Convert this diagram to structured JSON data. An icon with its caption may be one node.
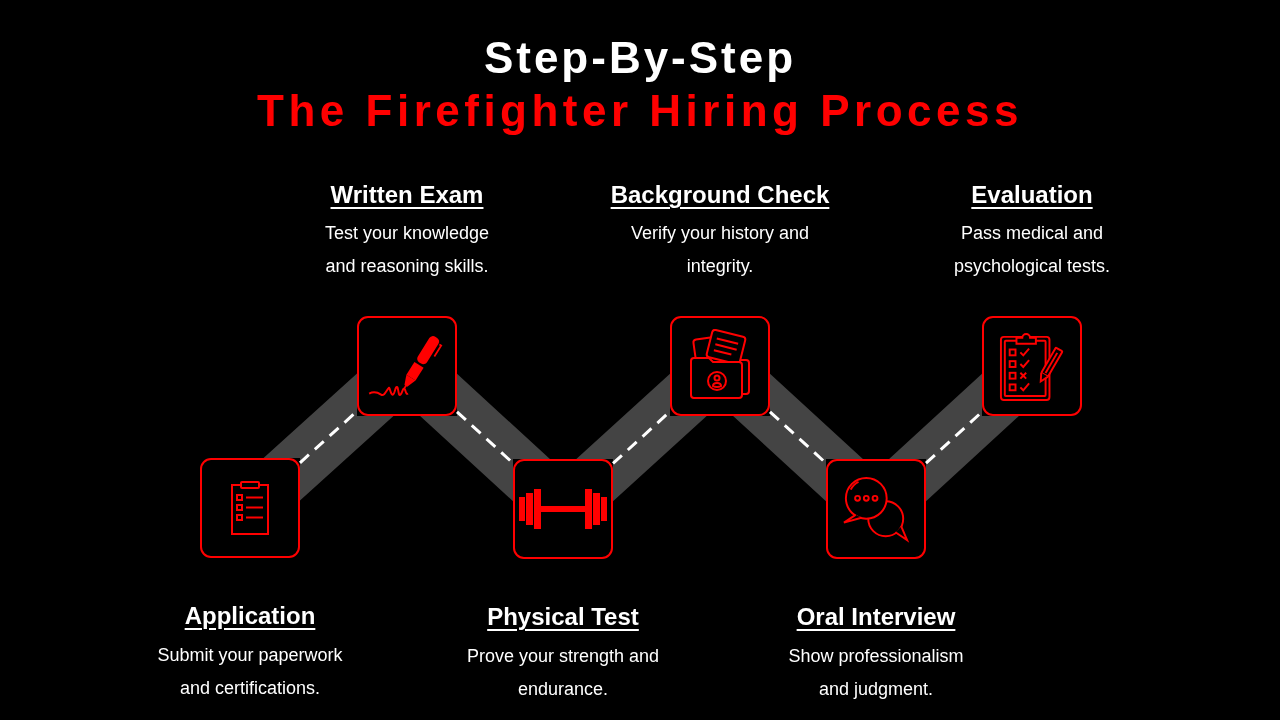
{
  "diagram": {
    "title": "Step-By-Step",
    "nodes": [
      {
        "text": [
          "Application",
          "Submit your paperwork and certifications."
        ]
      },
      {
        "text": [
          "Written Exam",
          "Test your knowledge and reasoning skills."
        ]
      },
      {
        "text": [
          "Physical Test",
          "Prove your strength and endurance."
        ]
      },
      {
        "text": [
          "Background Check",
          "Verify your history and integrity."
        ]
      },
      {
        "text": [
          "Oral Interview",
          "Show professionalism and judgment."
        ]
      },
      {
        "text": [
          "Evaluation",
          "Pass medical and psychological tests."
        ]
      }
    ],
    "edges": [
      {
        "from": 0,
        "to": 1,
        "arrow": "none",
        "style": "dashed"
      },
      {
        "from": 1,
        "to": 2,
        "arrow": "none",
        "style": "dashed"
      },
      {
        "from": 2,
        "to": 3,
        "arrow": "none",
        "style": "dashed"
      },
      {
        "from": 3,
        "to": 4,
        "arrow": "none",
        "style": "dashed"
      },
      {
        "from": 4,
        "to": 5,
        "arrow": "none",
        "style": "dashed"
      }
    ],
    "labels": [
      "The Firefighter Hiring Process"
    ]
  }
}
